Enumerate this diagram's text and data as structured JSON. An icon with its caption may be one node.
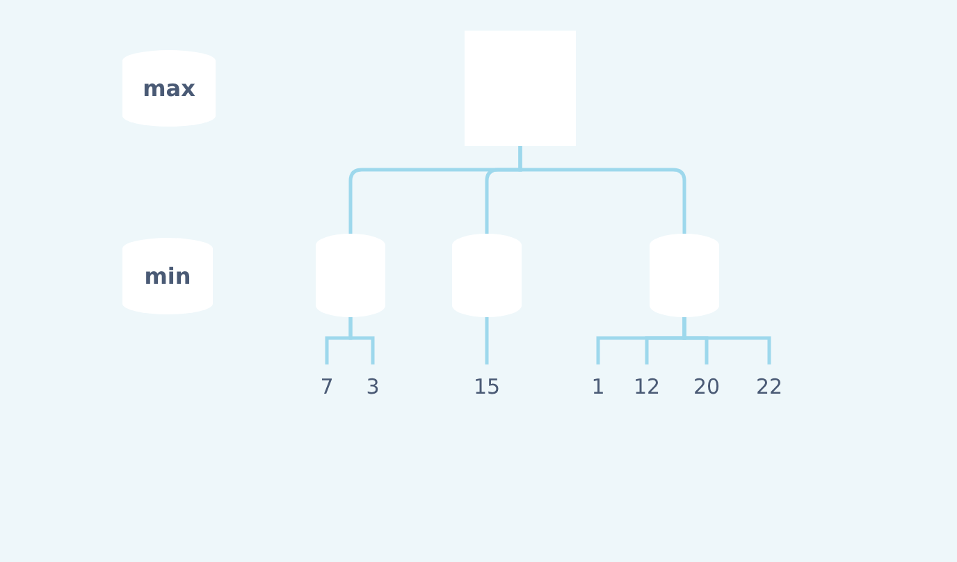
{
  "diagram": {
    "nodes": [
      {
        "text": [
          "max"
        ]
      },
      {
        "text": [],
        "shape": "box"
      },
      {
        "text": [
          "min"
        ]
      },
      {
        "text": [],
        "shape": "box"
      },
      {
        "text": [],
        "shape": "box"
      },
      {
        "text": [],
        "shape": "box"
      },
      {
        "text": [
          "7"
        ]
      },
      {
        "text": [
          "3"
        ]
      },
      {
        "text": [
          "15"
        ]
      },
      {
        "text": [
          "1"
        ]
      },
      {
        "text": [
          "12"
        ]
      },
      {
        "text": [
          "20"
        ]
      },
      {
        "text": [
          "22"
        ]
      }
    ],
    "edges": [
      {
        "from": 1,
        "to": 3,
        "arrow": "none"
      },
      {
        "from": 1,
        "to": 4,
        "arrow": "none"
      },
      {
        "from": 1,
        "to": 5,
        "arrow": "none"
      },
      {
        "from": 3,
        "to": 6,
        "arrow": "none"
      },
      {
        "from": 3,
        "to": 7,
        "arrow": "none"
      },
      {
        "from": 4,
        "to": 8,
        "arrow": "none"
      },
      {
        "from": 5,
        "to": 9,
        "arrow": "none"
      },
      {
        "from": 5,
        "to": 10,
        "arrow": "none"
      },
      {
        "from": 5,
        "to": 11,
        "arrow": "none"
      },
      {
        "from": 5,
        "to": 12,
        "arrow": "none"
      }
    ]
  }
}
